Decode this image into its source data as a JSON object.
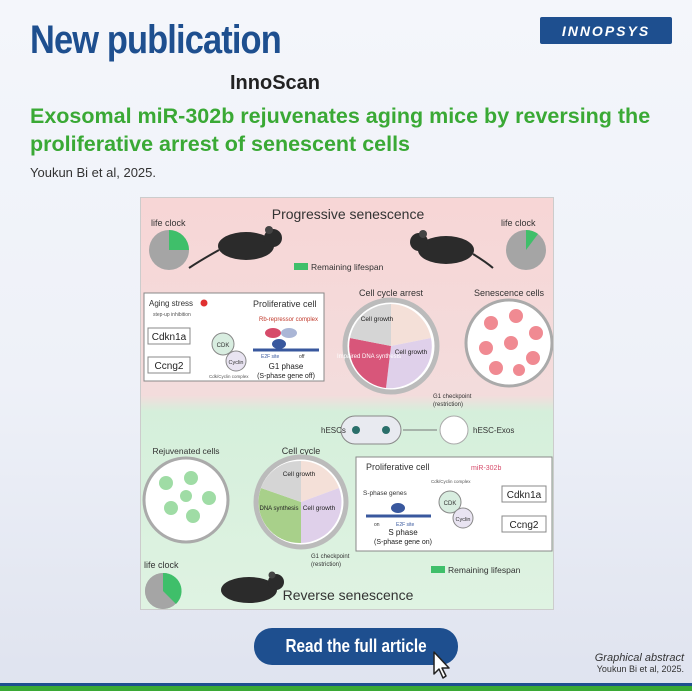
{
  "header": {
    "headline": "New publication",
    "brand": "INNOPSYS",
    "product": "InnoScan"
  },
  "article": {
    "title": "Exosomal miR-302b rejuvenates aging mice by reversing the proliferative arrest of senescent cells",
    "authors": "Youkun Bi et al, 2025."
  },
  "figure": {
    "top_title": "Progressive senescence",
    "bottom_title": "Reverse senescence",
    "life_clock": "life clock",
    "remaining_lifespan": "Remaining lifespan",
    "cell_cycle_arrest": "Cell cycle arrest",
    "senescence_cells": "Senescence cells",
    "aging_stress": "Aging stress",
    "proliferative_cell": "Proliferative cell",
    "step_up_inhibition": "step-up inhibition",
    "rb_repressor": "Rb-repressor complex",
    "cdkn1a": "Cdkn1a",
    "ccng2": "Ccng2",
    "cdk": "CDK",
    "cyclin": "Cyclin",
    "cdk_cyclin_complex": "Cdk/Cyclin complex",
    "e2f_site": "E2F site",
    "off": "off",
    "on": "on",
    "g1_phase": "G1 phase",
    "s_phase_gene_off": "(S-phase gene off)",
    "s_phase": "S phase",
    "s_phase_gene_on": "(S-phase gene on)",
    "s_phase_genes": "S-phase genes",
    "cell_growth": "Cell growth",
    "impaired_dna": "Impaired DNA synthesis",
    "dna_synthesis": "DNA synthesis",
    "g1_checkpoint": "G1 checkpoint",
    "restriction": "(restriction)",
    "hescs": "hESCs",
    "hesc_exos": "hESC-Exos",
    "mir302b": "miR-302b",
    "cell_cycle": "Cell cycle",
    "rejuvenated_cells": "Rejuvenated cells"
  },
  "cta": {
    "label": "Read the full article"
  },
  "caption": {
    "line1": "Graphical abstract",
    "line2": "Youkun Bi et al, 2025."
  },
  "colors": {
    "brand_blue": "#1e4f8f",
    "accent_green": "#3aa935",
    "pink_bg": "#f7d6d6",
    "green_bg": "#d5efdb"
  }
}
